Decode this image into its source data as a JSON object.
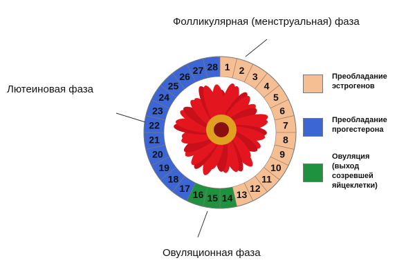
{
  "labels": {
    "follicular": "Фолликулярная (менструальная) фаза",
    "luteal": "Лютеиновая фаза",
    "ovulation": "Овуляционная фаза"
  },
  "legend": [
    {
      "lines": [
        "Преобладание",
        "эстрогенов"
      ],
      "color": "#F5BE93"
    },
    {
      "lines": [
        "Преобладание",
        "прогестерона"
      ],
      "color": "#3B66D3"
    },
    {
      "lines": [
        "Овуляция",
        "(выход",
        "созревшей",
        "яйцеклетки)"
      ],
      "color": "#1F923F"
    }
  ],
  "cycle": {
    "days": 28,
    "phases": [
      {
        "name": "estrogen",
        "from": 1,
        "to": 13,
        "color": "#F5BE93"
      },
      {
        "name": "ovulation",
        "from": 14,
        "to": 16,
        "color": "#1F923F"
      },
      {
        "name": "progesterone",
        "from": 17,
        "to": 28,
        "color": "#3B66D3"
      }
    ]
  }
}
